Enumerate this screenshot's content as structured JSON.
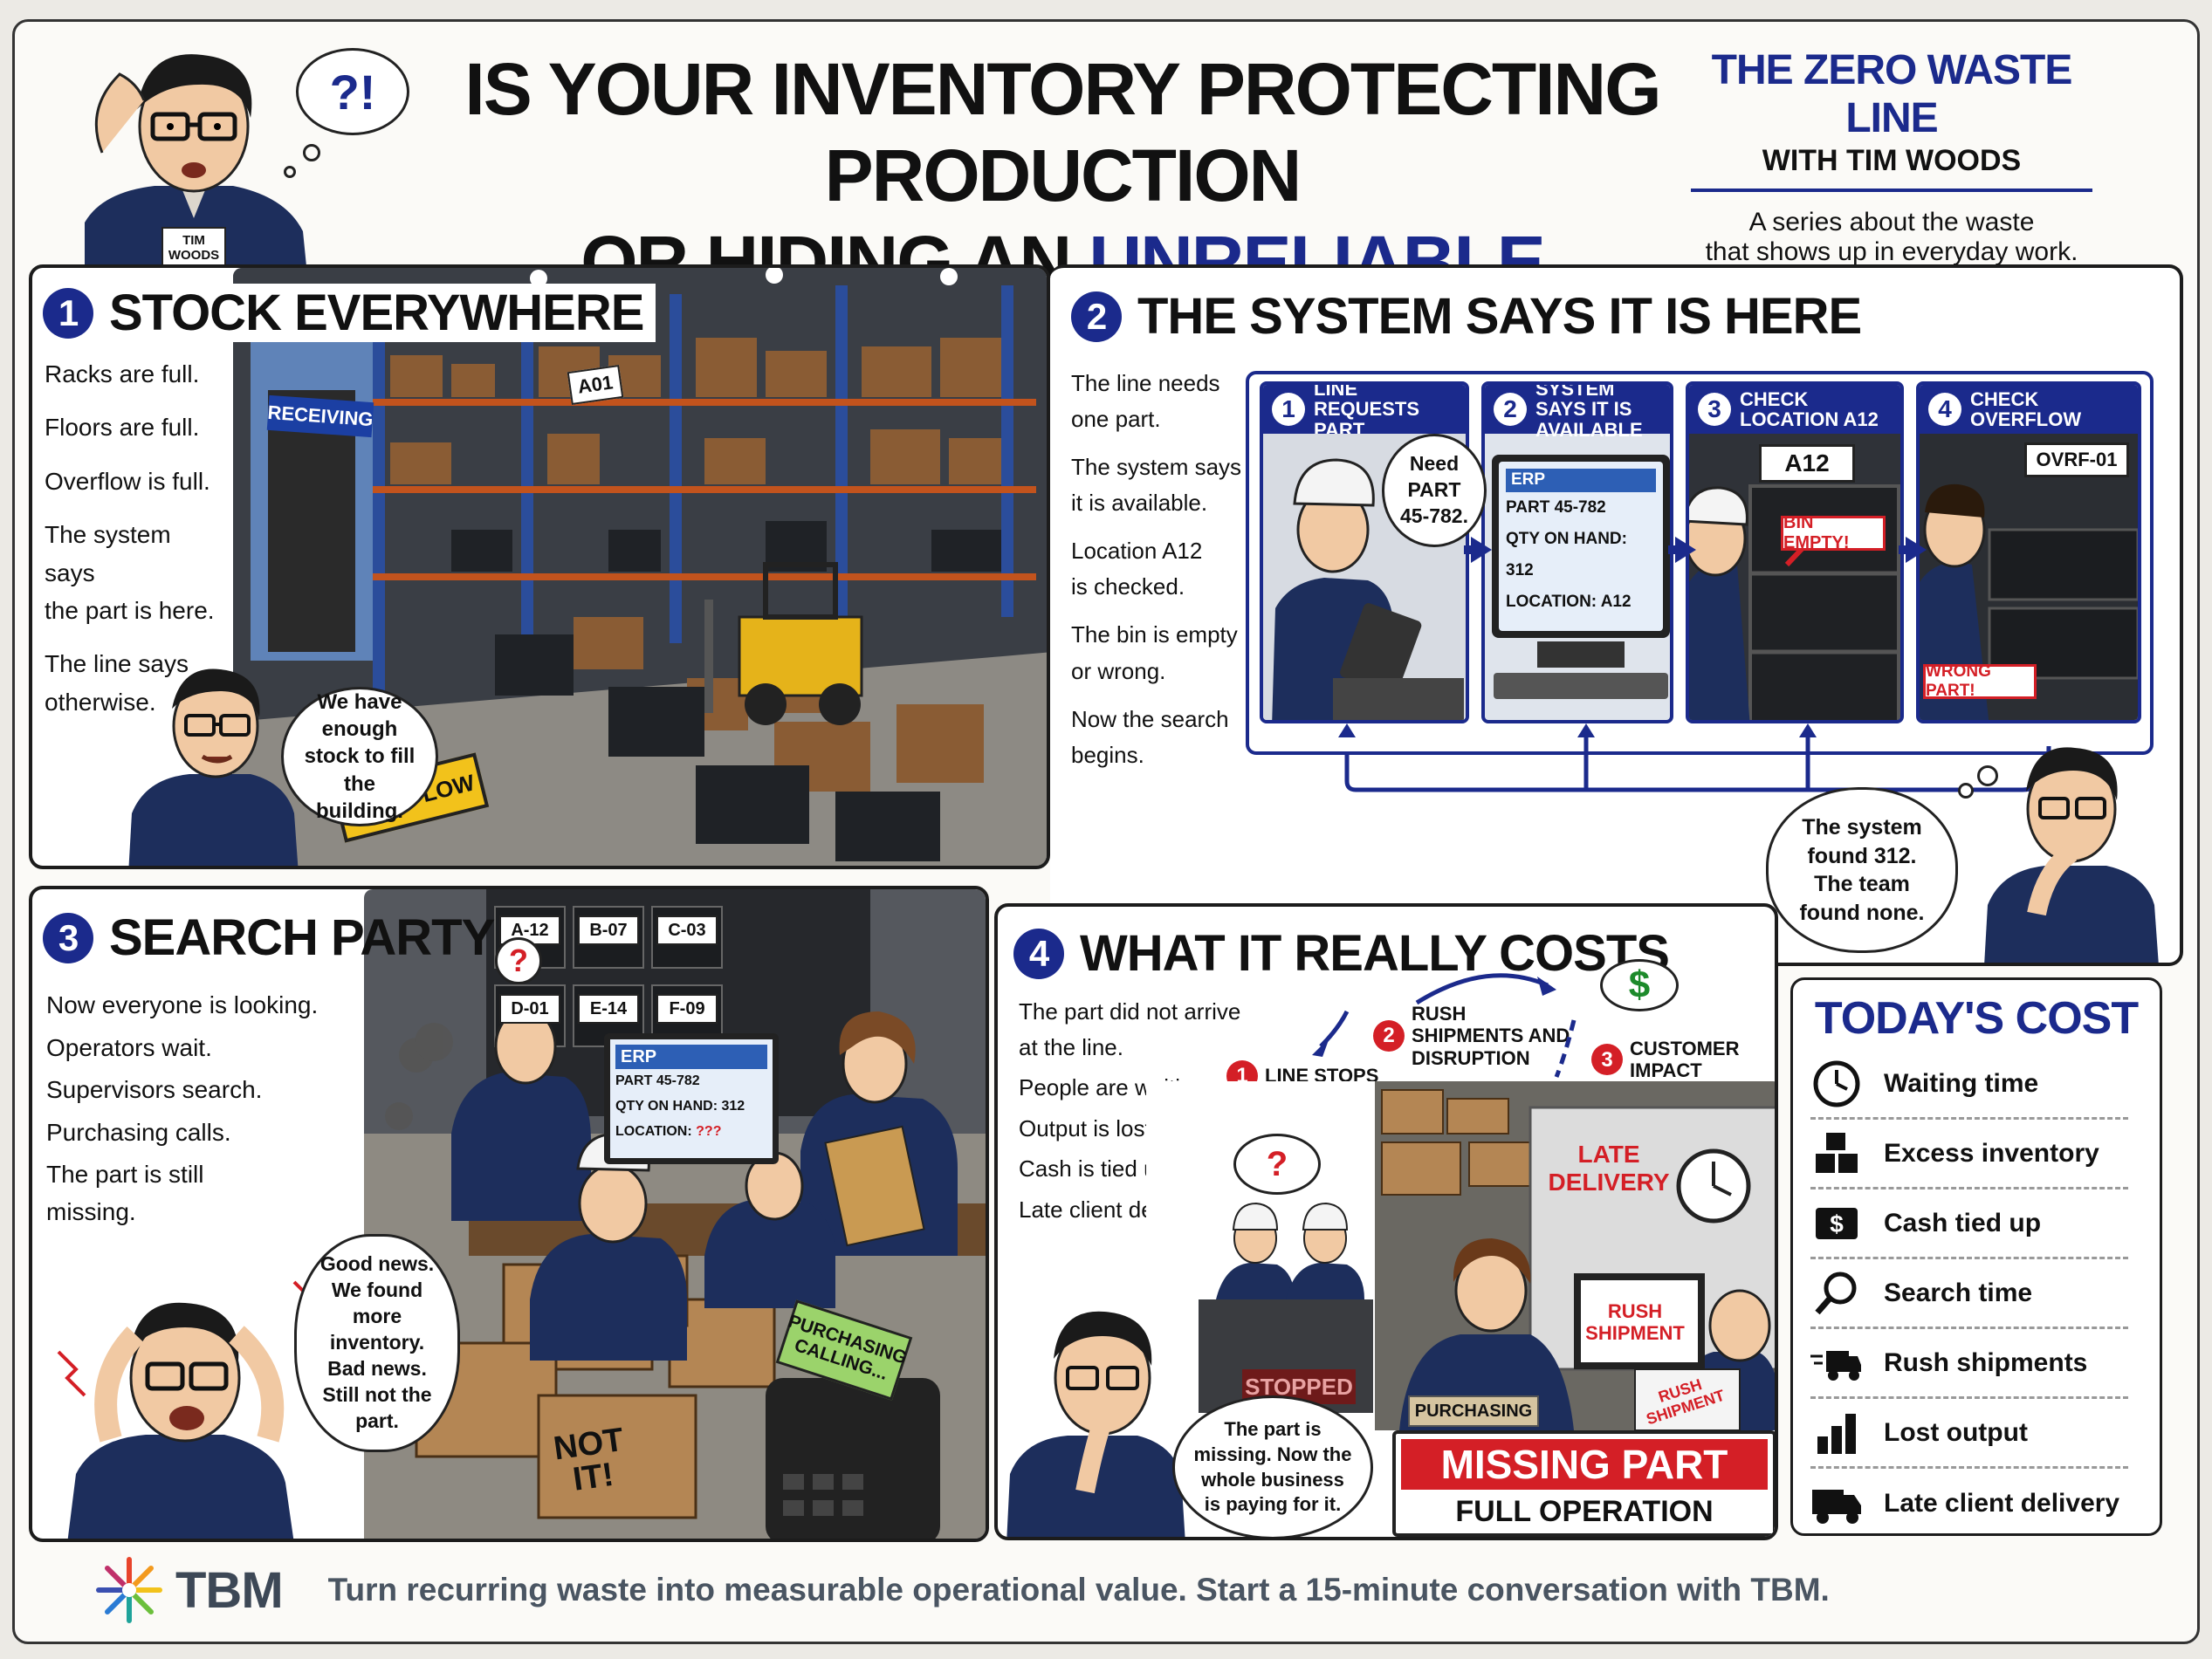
{
  "header": {
    "title_line1": "IS YOUR INVENTORY PROTECTING PRODUCTION",
    "title_line2_prefix": "OR HIDING AN ",
    "title_line2_highlight": "UNRELIABLE PROCESS?",
    "thought_mark": "?!",
    "badge": "TIM WOODS",
    "series_title": "THE ZERO WASTE LINE",
    "series_sub": "WITH TIM WOODS",
    "series_desc_1": "A series about the waste",
    "series_desc_2": "that shows up in everyday work."
  },
  "panel1": {
    "num": "1",
    "title": "STOCK EVERYWHERE",
    "lines": [
      "Racks are full.",
      "Floors are full.",
      "Overflow is full.",
      "The system says",
      "the part is here.",
      "The line says",
      "otherwise."
    ],
    "bubble": "We have enough stock to fill the building.",
    "sign_receiving": "RECEIVING",
    "sign_a01": "A01",
    "sign_overflow": "OVERFLOW"
  },
  "panel2": {
    "num": "2",
    "title": "THE SYSTEM SAYS IT IS HERE",
    "lines": [
      "The line needs",
      "one part.",
      "The system says",
      "it is available.",
      "Location A12",
      "is checked.",
      "The bin is empty",
      "or wrong.",
      "Now the search",
      "begins."
    ],
    "steps": [
      {
        "n": "1",
        "label": "LINE REQUESTS PART"
      },
      {
        "n": "2",
        "label": "SYSTEM SAYS IT IS AVAILABLE"
      },
      {
        "n": "3",
        "label": "CHECK LOCATION A12"
      },
      {
        "n": "4",
        "label": "CHECK OVERFLOW"
      }
    ],
    "request_bubble": "Need PART 45-782.",
    "erp": {
      "brand": "ERP",
      "part": "PART 45-782",
      "qty": "QTY ON HAND: 312",
      "loc": "LOCATION: A12"
    },
    "loc_sign": "A12",
    "bin_empty": "BIN EMPTY!",
    "ovrf_sign": "OVRF-01",
    "wrong_part": "WRONG PART!",
    "thought": "The system found 312. The team found none."
  },
  "panel3": {
    "num": "3",
    "title": "SEARCH PARTY",
    "lines": [
      "Now everyone is looking.",
      "Operators wait.",
      "Supervisors search.",
      "Purchasing calls.",
      "The part is still",
      "missing."
    ],
    "bins": [
      "A-12",
      "B-07",
      "C-03",
      "D-01",
      "E-14",
      "F-09"
    ],
    "erp": {
      "brand": "ERP",
      "part": "PART 45-782",
      "qty": "QTY ON HAND: 312",
      "loc_label": "LOCATION:",
      "loc_value": "???"
    },
    "bubble": "Good news. We found more inventory. Bad news. Still not the part.",
    "box": "NOT IT!",
    "phone": "PURCHASING CALLING...",
    "q": "?"
  },
  "panel4": {
    "num": "4",
    "title": "WHAT IT REALLY COSTS",
    "lines": [
      "The part did not arrive",
      "at the line.",
      "People are waiting.",
      "Output is lost.",
      "Cash is tied up.",
      "Late client delivery."
    ],
    "step1": "LINE STOPS",
    "step2": "RUSH SHIPMENTS AND DISRUPTION",
    "step3": "CUSTOMER IMPACT",
    "stopped": "STOPPED",
    "late": "LATE DELIVERY",
    "rush_paper": "RUSH SHIPMENT",
    "rush_screen": "RUSH SHIPMENT",
    "purchasing": "PURCHASING",
    "bubble": "The part is missing. Now the whole business is paying for it.",
    "banner1": "MISSING PART",
    "banner2": "FULL OPERATION IMPACT",
    "dollar": "$"
  },
  "costs": {
    "title": "TODAY'S COST",
    "items": [
      {
        "label": "Waiting time",
        "icon": "clock-icon"
      },
      {
        "label": "Excess inventory",
        "icon": "boxes-icon"
      },
      {
        "label": "Cash tied up",
        "icon": "dollar-icon"
      },
      {
        "label": "Search time",
        "icon": "magnifier-icon"
      },
      {
        "label": "Rush shipments",
        "icon": "truck-fast-icon"
      },
      {
        "label": "Lost output",
        "icon": "bar-chart-icon"
      },
      {
        "label": "Late client delivery",
        "icon": "truck-icon"
      }
    ]
  },
  "footer": {
    "brand": "TBM",
    "tagline": "Turn recurring waste into measurable operational value. Start a 15-minute conversation with TBM."
  },
  "colors": {
    "navy": "#1b2a8c",
    "red": "#d41f26",
    "yellow": "#f2c21b"
  }
}
